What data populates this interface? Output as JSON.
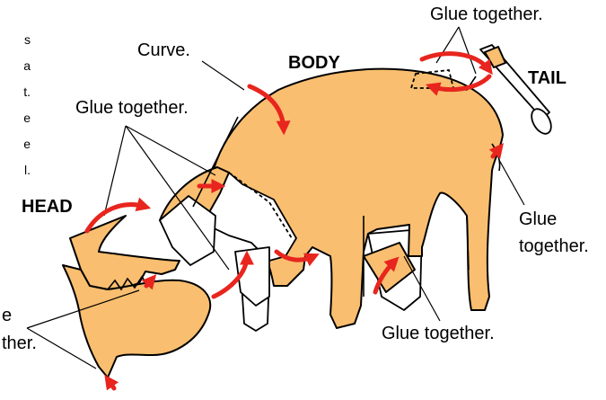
{
  "labels": {
    "head": "HEAD",
    "body": "BODY",
    "tail": "TAIL",
    "curve": "Curve.",
    "glue_top_right": "Glue together.",
    "glue_left": "Glue together.",
    "glue_right_line1": "Glue",
    "glue_right_line2": "together.",
    "glue_bottom": "Glue together.",
    "glue_bottom_left_line1": "e",
    "glue_bottom_left_line2": "ther."
  },
  "side_text": [
    "s",
    "a",
    "t.",
    "e",
    "e",
    "l."
  ],
  "colors": {
    "paper": "#F9BE6F",
    "arrow": "#E8251E",
    "outline": "#000000",
    "background": "#FFFFFF"
  }
}
